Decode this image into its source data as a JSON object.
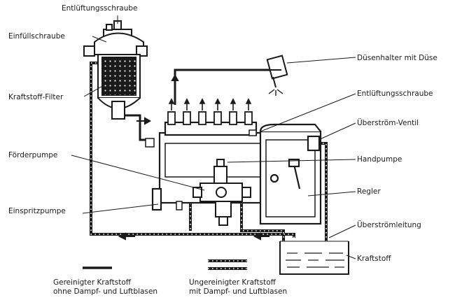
{
  "labels": {
    "entlueftungsschraube_top": "Entlüftungsschraube",
    "einfuellschraube": "Einfüllschraube",
    "kraftstoff_filter": "Kraftstoff-Filter",
    "duesenhalter": "Düsenhalter mit Düse",
    "entlueftungsschraube_pump": "Entlüftungsschraube",
    "ueberstroem_ventil": "Überström-Ventil",
    "foerderpumpe": "Förderpumpe",
    "handpumpe": "Handpumpe",
    "regler": "Regler",
    "einspritzpumpe": "Einspritzpumpe",
    "ueberstroemleitung": "Überströmleitung",
    "kraftstoff": "Kraftstoff"
  },
  "legend": {
    "clean_line1": "Gereinigter Kraftstoff",
    "clean_line2": "ohne Dampf- und Luftblasen",
    "dirty_line1": "Ungereinigter Kraftstoff",
    "dirty_line2": "mit Dampf- und Luftblasen"
  },
  "colors": {
    "ink": "#1a1a1a",
    "background": "#ffffff"
  }
}
